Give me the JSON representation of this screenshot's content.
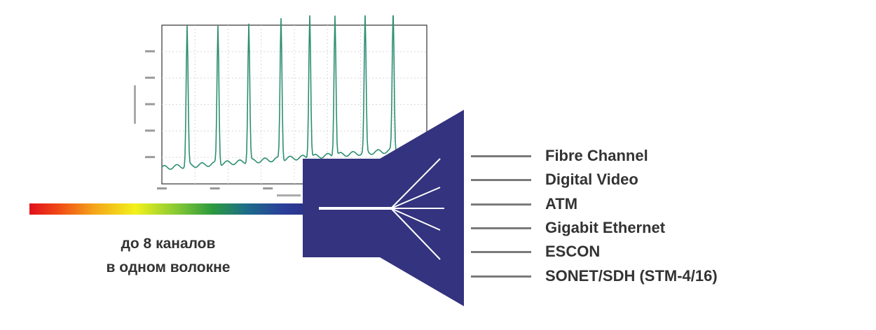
{
  "caption": {
    "line1": "до 8 каналов",
    "line2": "в одном волокне"
  },
  "protocols": [
    "Fibre Channel",
    "Digital Video",
    "ATM",
    "Gigabit Ethernet",
    "ESCON",
    "SONET/SDH (STM-4/16)"
  ],
  "chart_data": {
    "type": "line",
    "series": [
      {
        "peaks": [
          1,
          2,
          3,
          4,
          5,
          6,
          7,
          8
        ],
        "peak_heights": [
          0.88,
          0.87,
          0.87,
          0.89,
          0.91,
          0.89,
          0.86,
          0.88
        ]
      }
    ]
  },
  "colors": {
    "mux_body": "#33337f",
    "fibre_line": "#ffffff",
    "protocol_line": "#7a7a7a",
    "text": "#333333",
    "spectrum_line": "#2d8f72"
  }
}
